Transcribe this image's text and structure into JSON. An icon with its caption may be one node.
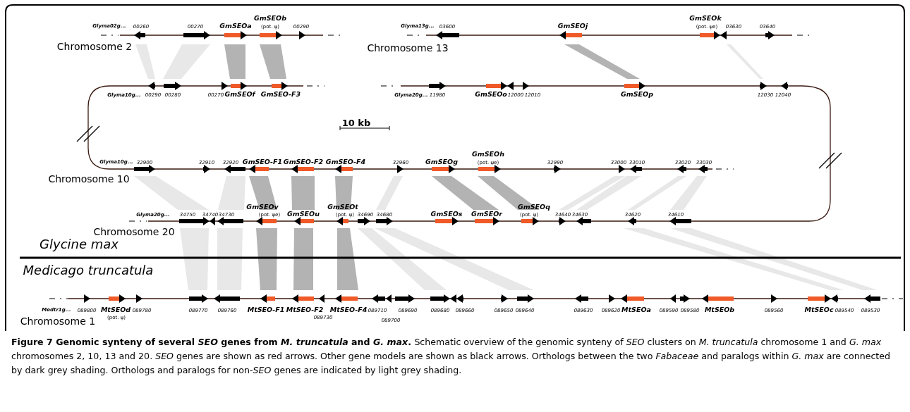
{
  "diagram": {
    "title": "Figure 7 Genomic synteny of several *SEO* genes from *M. truncatula* and *G. max*.",
    "caption": "Schematic overview of the genomic synteny of *SEO* clusters on *M. truncatula* chromosome 1 and *G. max* chromosomes 2, 10, 13 and 20. *SEO* genes are shown as red arrows. Other gene models are shown as black arrows. Orthologs between the two *Fabaceae* and paralogs within *G. max* are connected by dark grey shading. Orthologs and paralogs for non-*SEO* genes are indicated by light grey shading.",
    "labels": [
      "Glyma02g...",
      "00260",
      "00270",
      "GmSEOa",
      "GmSEOb",
      "(pot. ψ)",
      "00290",
      "Chromosome 2",
      "Glyma13g...",
      "03600",
      "GmSEOj",
      "GmSEOk",
      "(pot. ψe)",
      "03630",
      "03640",
      "Chromosome 13",
      "Glyma10g...",
      "00290",
      "00280",
      "00270",
      "GmSEOf",
      "GmSEO-F3",
      "Glyma20g...",
      "11980",
      "GmSEOo",
      "12000",
      "12010",
      "GmSEOp",
      "12030",
      "12040",
      "10 kb",
      "Glyma10g...",
      "32900",
      "32910",
      "32920",
      "GmSEO-F1",
      "GmSEO-F2",
      "GmSEO-F4",
      "32960",
      "GmSEOg",
      "GmSEOh",
      "(pot. ψe)",
      "32990",
      "33000",
      "33010",
      "33020",
      "33030",
      "Chromosome 10",
      "Glyma20g...",
      "34750",
      "34740",
      "34730",
      "GmSEOv",
      "(pot. ψe)",
      "GmSEOu",
      "GmSEOt",
      "(pot. ψ)",
      "34690",
      "34680",
      "GmSEOs",
      "GmSEOr",
      "GmSEOq",
      "(pot. ψ)",
      "34640",
      "34630",
      "34620",
      "34610",
      "Chromosome 20",
      "Glycine max",
      "Medicago truncatula",
      "Medtr1g...",
      "089800",
      "MtSEOd",
      "(pot. ψ)",
      "089780",
      "089770",
      "089760",
      "MtSEO-F1",
      "MtSEO-F2",
      "089730",
      "MtSEO-F4",
      "089710",
      "089700",
      "089690",
      "089680",
      "089660",
      "089650",
      "089640",
      "089630",
      "089620",
      "MtSEOa",
      "089590",
      "089580",
      "MtSEOb",
      "089560",
      "MtSEOc",
      "089540",
      "089530",
      "Chromosome 1"
    ]
  }
}
